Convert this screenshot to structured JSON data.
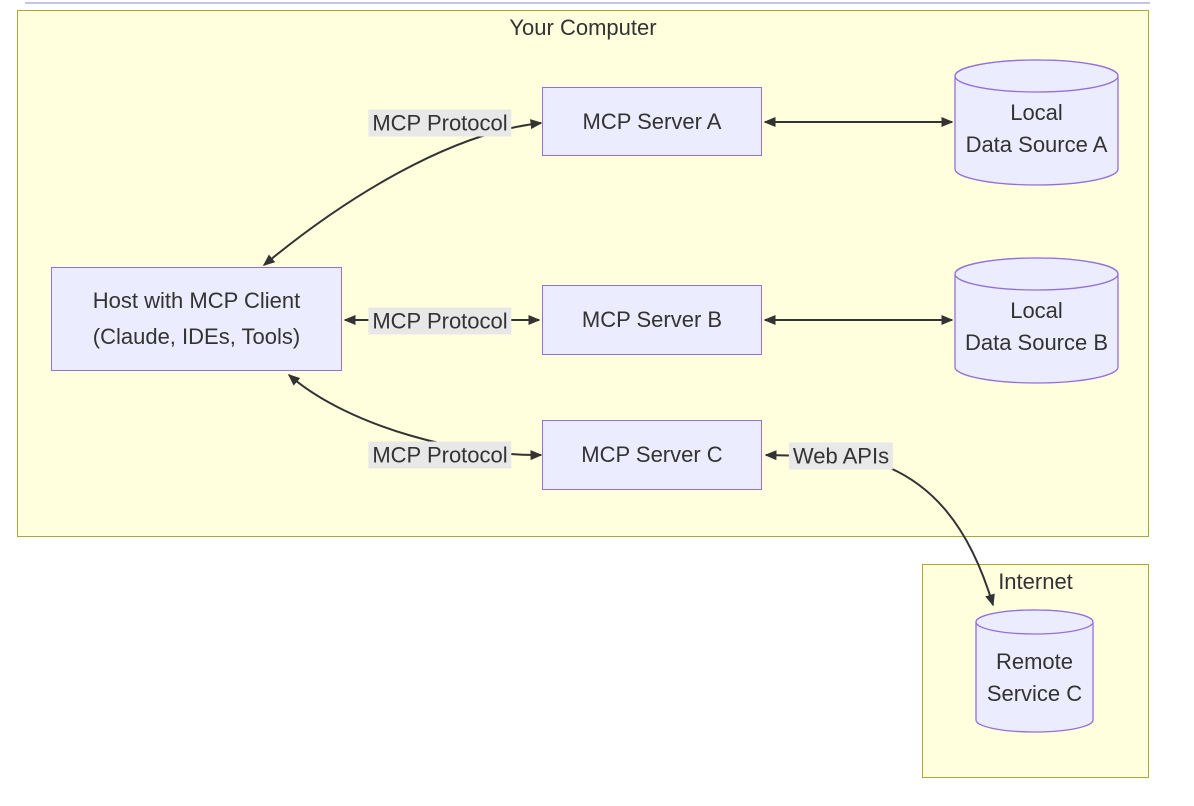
{
  "diagram": {
    "type": "flowchart",
    "direction": "LR",
    "containers": {
      "your_computer": {
        "label": "Your Computer"
      },
      "internet": {
        "label": "Internet"
      }
    },
    "nodes": {
      "host": {
        "shape": "rectangle",
        "container": "your_computer",
        "lines": [
          "Host with MCP Client",
          "(Claude, IDEs, Tools)"
        ]
      },
      "server_a": {
        "shape": "rectangle",
        "container": "your_computer",
        "label": "MCP Server A"
      },
      "server_b": {
        "shape": "rectangle",
        "container": "your_computer",
        "label": "MCP Server B"
      },
      "server_c": {
        "shape": "rectangle",
        "container": "your_computer",
        "label": "MCP Server C"
      },
      "data_a": {
        "shape": "cylinder",
        "container": "your_computer",
        "lines": [
          "Local",
          "Data Source A"
        ]
      },
      "data_b": {
        "shape": "cylinder",
        "container": "your_computer",
        "lines": [
          "Local",
          "Data Source B"
        ]
      },
      "remote_c": {
        "shape": "cylinder",
        "container": "internet",
        "lines": [
          "Remote",
          "Service C"
        ]
      }
    },
    "edges": [
      {
        "from": "host",
        "to": "server_a",
        "label": "MCP Protocol",
        "arrows": "both"
      },
      {
        "from": "host",
        "to": "server_b",
        "label": "MCP Protocol",
        "arrows": "both"
      },
      {
        "from": "host",
        "to": "server_c",
        "label": "MCP Protocol",
        "arrows": "both"
      },
      {
        "from": "server_a",
        "to": "data_a",
        "label": "",
        "arrows": "both"
      },
      {
        "from": "server_b",
        "to": "data_b",
        "label": "",
        "arrows": "both"
      },
      {
        "from": "server_c",
        "to": "remote_c",
        "label": "Web APIs",
        "arrows": "both"
      }
    ],
    "colors": {
      "canvas_bg": "#ffffff",
      "container_fill": "#ffffde",
      "container_border": "#aaaa33",
      "node_fill": "#ececff",
      "node_border": "#9370db",
      "edge_color": "#333333",
      "label_bg": "#e8e8e8",
      "text_color": "#333333",
      "top_line": "#c8c2e6"
    }
  }
}
